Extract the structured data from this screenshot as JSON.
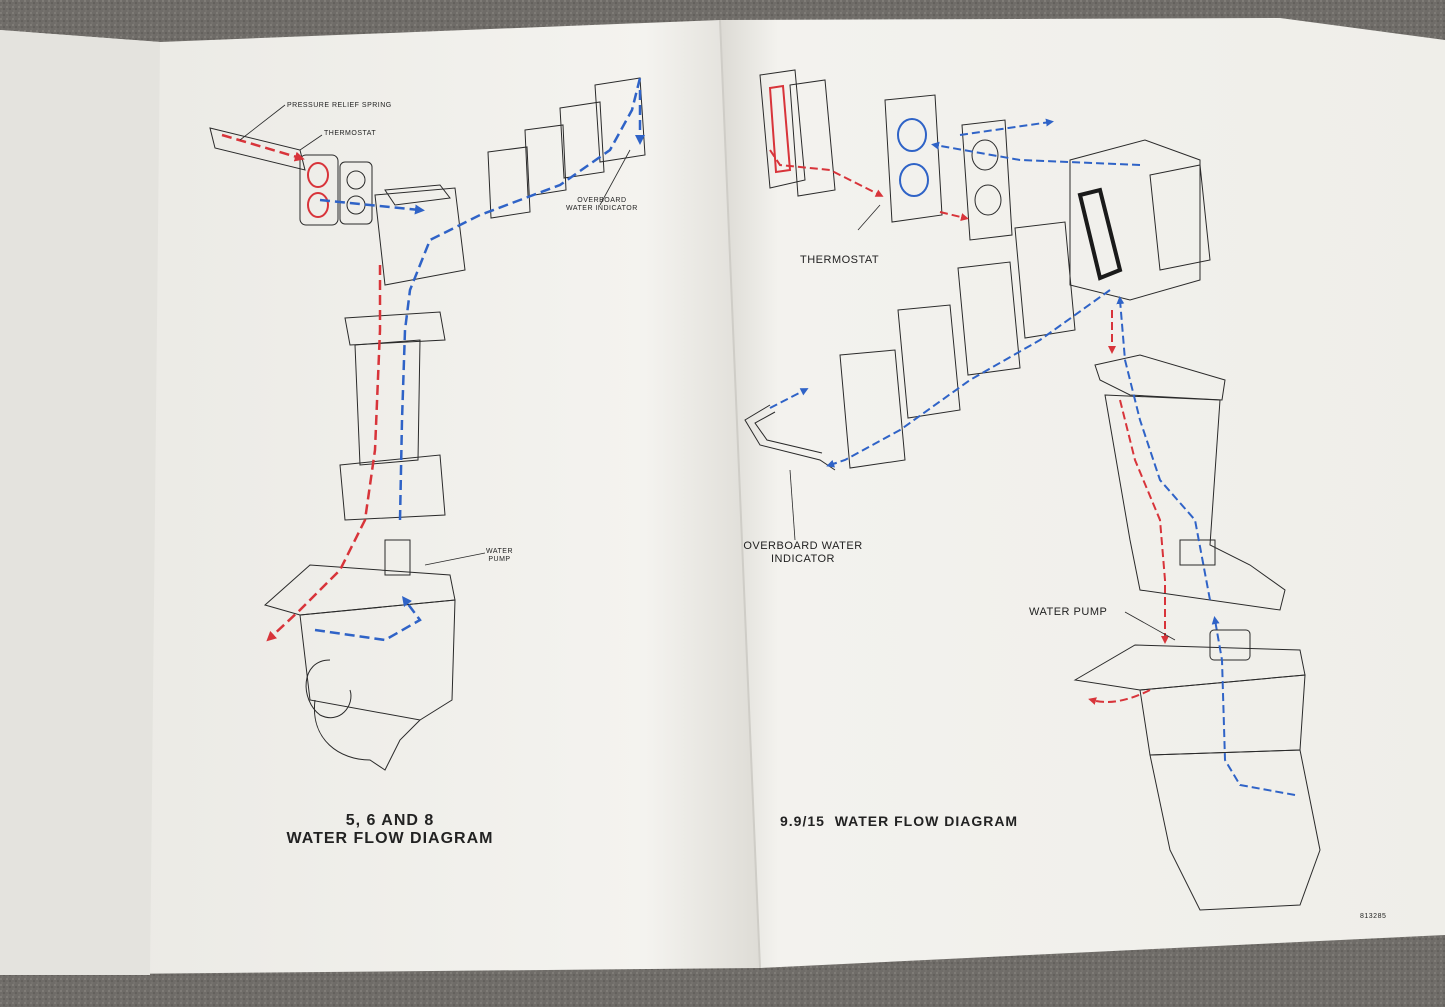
{
  "left_page": {
    "labels": {
      "pressure_relief_spring": "PRESSURE RELIEF SPRING",
      "thermostat": "THERMOSTAT",
      "overboard_line1": "OVERBOARD",
      "overboard_line2": "WATER INDICATOR",
      "water_pump_line1": "WATER",
      "water_pump_line2": "PUMP"
    },
    "title_line1": "5, 6 AND 8",
    "title_line2": "WATER FLOW DIAGRAM"
  },
  "right_page": {
    "labels": {
      "thermostat": "THERMOSTAT",
      "overboard_line1": "OVERBOARD WATER",
      "overboard_line2": "INDICATOR",
      "water_pump": "WATER PUMP"
    },
    "title": "9.9/15  WATER FLOW DIAGRAM",
    "part_number": "813285"
  },
  "colors": {
    "hot_flow": "#d8343a",
    "cool_flow": "#2f63c7",
    "paper": "#f3f2ee",
    "background": "#6f6c68",
    "line_art": "#2a2a2a"
  }
}
